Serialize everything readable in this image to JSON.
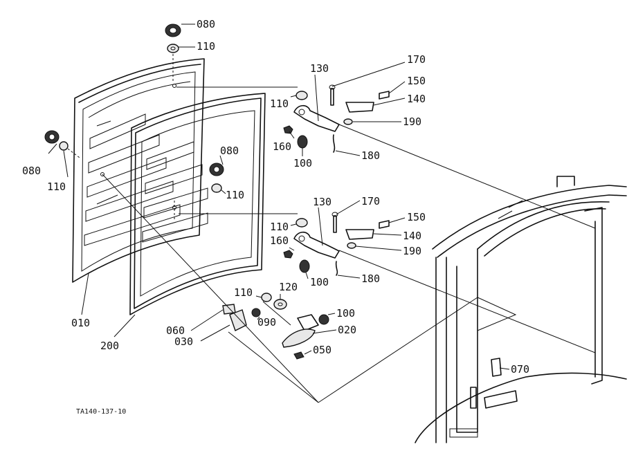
{
  "diagram_code": "TA140-137-10",
  "part_labels": {
    "p010": "010",
    "p200": "200",
    "p080_top": "080",
    "p110_top": "110",
    "p080_left": "080",
    "p110_left": "110",
    "p080_mid": "080",
    "p110_mid": "110",
    "p130_a": "130",
    "p170_a": "170",
    "p150_a": "150",
    "p140_a": "140",
    "p190_a": "190",
    "p110_a": "110",
    "p160_a": "160",
    "p100_a": "100",
    "p180_a": "180",
    "p130_b": "130",
    "p170_b": "170",
    "p150_b": "150",
    "p140_b": "140",
    "p190_b": "190",
    "p110_b": "110",
    "p160_b": "160",
    "p100_b": "100",
    "p180_b": "180",
    "p110_c": "110",
    "p120": "120",
    "p100_c": "100",
    "p060": "060",
    "p090": "090",
    "p020": "020",
    "p030": "030",
    "p050": "050",
    "p070": "070"
  }
}
